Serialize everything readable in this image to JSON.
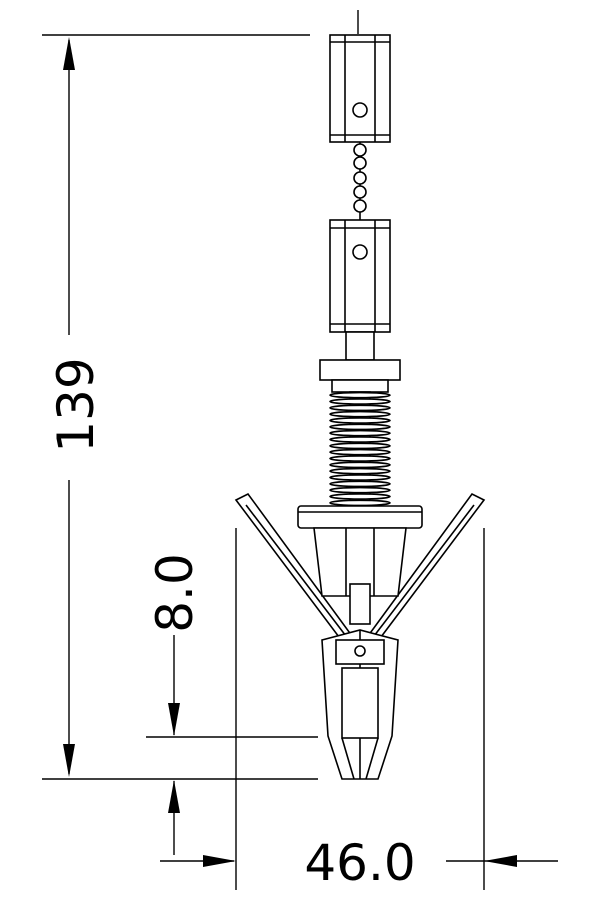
{
  "dimensions": {
    "overall_height": "139",
    "tip_depth": "8.0",
    "jaw_width": "46.0"
  },
  "colors": {
    "line": "#000000",
    "background": "#ffffff"
  }
}
